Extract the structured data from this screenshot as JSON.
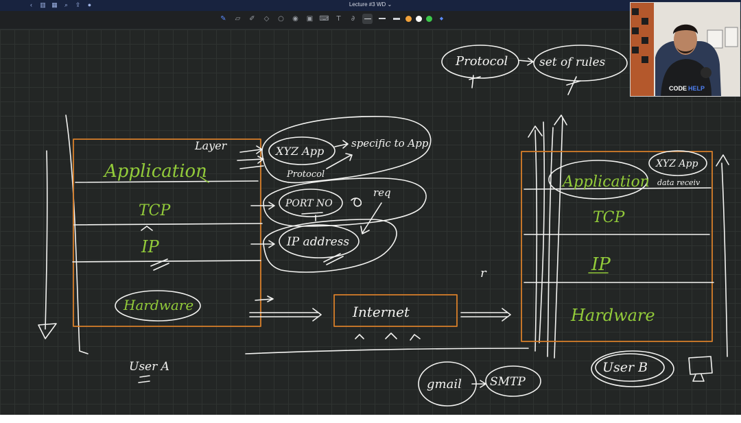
{
  "window": {
    "title": "Lecture #3 WD ⌄"
  },
  "titlebar_icons": [
    "chevron-left-icon",
    "sidebar-icon",
    "grid-icon",
    "search-icon",
    "share-icon",
    "mic-icon"
  ],
  "toolbar": {
    "tools": [
      "pen-tool-icon",
      "eraser-tool-icon",
      "highlighter-tool-icon",
      "shapes-tool-icon",
      "lasso-tool-icon",
      "stamp-tool-icon",
      "image-tool-icon",
      "keyboard-tool-icon",
      "text-tool-icon",
      "link-tool-icon"
    ],
    "colors": [
      "#f2a23a",
      "#ffffff",
      "#3cc64a"
    ],
    "accent": "#5b8cff"
  },
  "notes": {
    "protocol_label": "Protocol",
    "protocol_def": "set of rules",
    "layer_label": "Layer",
    "xyz_app": "XYZ App",
    "specific_to_app": "specific to App",
    "protocol_small": "Protocol",
    "port_no": "PORT NO",
    "req": "req",
    "ip_address": "IP address",
    "left_stack": [
      "Application",
      "TCP",
      "IP",
      "Hardware"
    ],
    "internet": "Internet",
    "r_mark": "r",
    "right_stack": [
      "Application",
      "TCP",
      "IP",
      "Hardware"
    ],
    "xyz_app_right": "XYZ App",
    "data_receive": "data receiv",
    "user_a": "User A",
    "user_b": "User B",
    "gmail": "gmail",
    "smtp": "SMTP"
  },
  "colors": {
    "ink": "#f3f3f1",
    "green_ink": "#93cc3a",
    "orange_box": "#d97f2a",
    "canvas": "#232625"
  }
}
